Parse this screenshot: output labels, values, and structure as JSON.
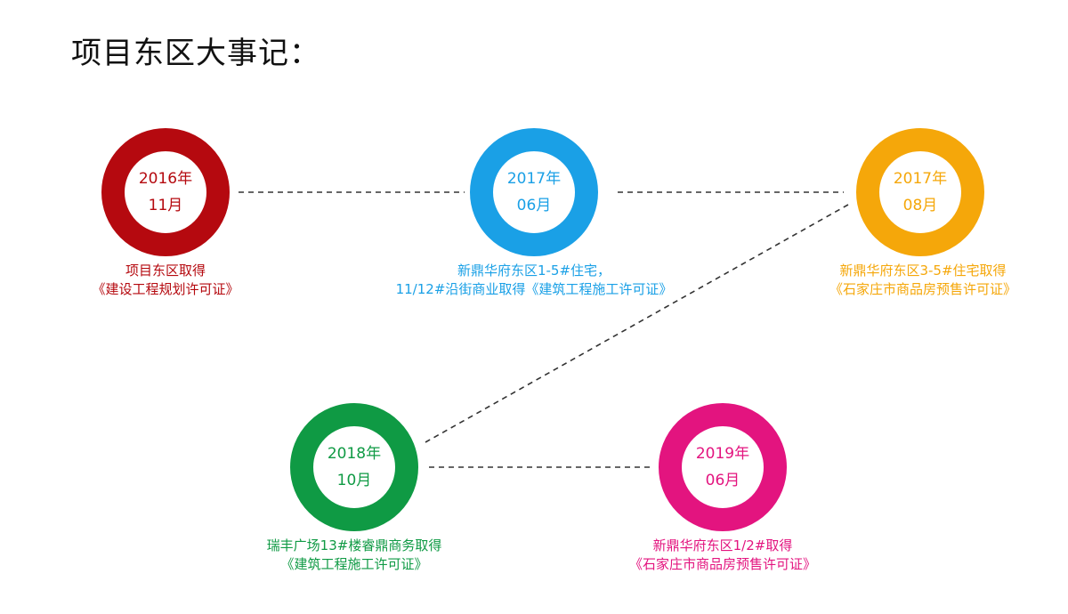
{
  "title": "项目东区大事记：",
  "milestones": [
    {
      "year": "2016年",
      "month": "11月",
      "lines": [
        "项目东区取得",
        "《建设工程规划许可证》"
      ],
      "color": "#b5090f"
    },
    {
      "year": "2017年",
      "month": "06月",
      "lines": [
        "新鼎华府东区1-5#住宅，",
        "11/12#沿街商业取得《建筑工程施工许可证》"
      ],
      "color": "#1aa0e6"
    },
    {
      "year": "2017年",
      "month": "08月",
      "lines": [
        "新鼎华府东区3-5#住宅取得",
        "《石家庄市商品房预售许可证》"
      ],
      "color": "#f5a70a"
    },
    {
      "year": "2018年",
      "month": "10月",
      "lines": [
        "瑞丰广场13#楼睿鼎商务取得",
        "《建筑工程施工许可证》"
      ],
      "color": "#0f9a44"
    },
    {
      "year": "2019年",
      "month": "06月",
      "lines": [
        "新鼎华府东区1/2#取得",
        "《石家庄市商品房预售许可证》"
      ],
      "color": "#e3147f"
    }
  ]
}
